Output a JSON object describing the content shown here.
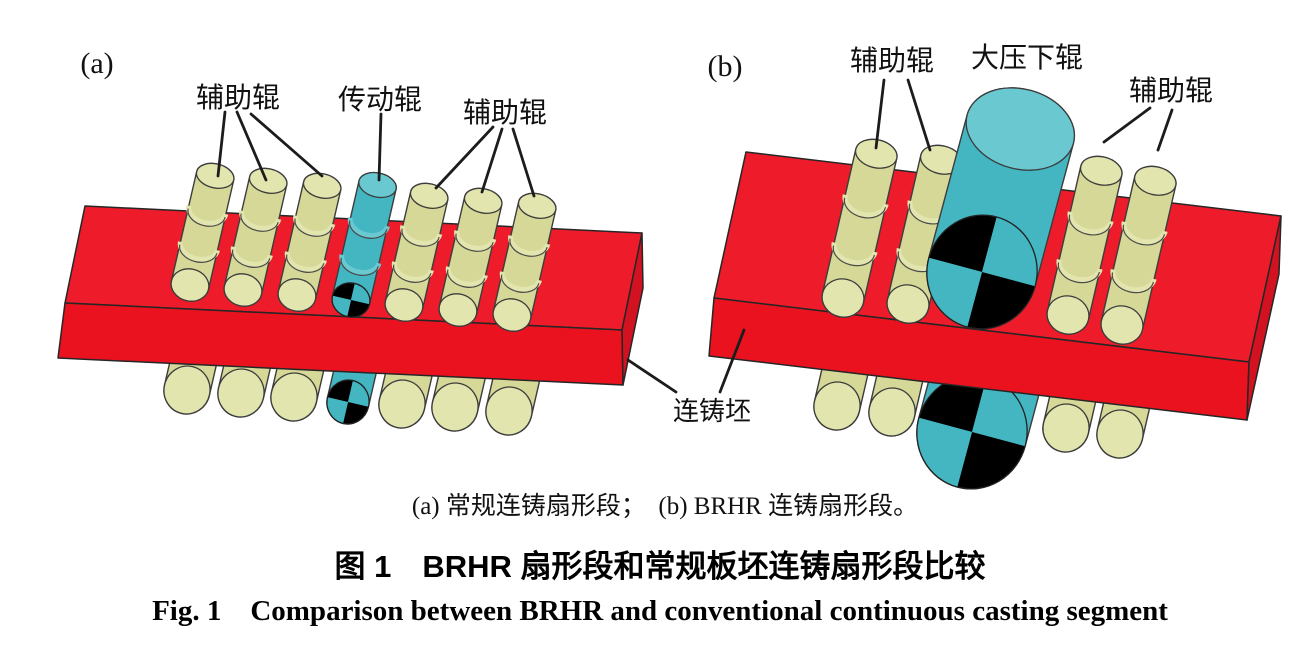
{
  "figure": {
    "panels": {
      "a": {
        "tag": "(a)",
        "label_aux_left": "辅助辊",
        "label_drive": "传动辊",
        "label_aux_right": "辅助辊"
      },
      "b": {
        "tag": "(b)",
        "label_aux_left": "辅助辊",
        "label_big_roll": "大压下辊",
        "label_aux_right": "辅助辊"
      }
    },
    "slab_label": "连铸坯",
    "caption_sub": "(a) 常规连铸扇形段；　(b) BRHR 连铸扇形段。",
    "caption_zh": "图 1　BRHR 扇形段和常规板坯连铸扇形段比较",
    "caption_en": "Fig. 1　Comparison between BRHR and conventional continuous casting segment",
    "colors": {
      "slab_red_top": "#ee1c2a",
      "slab_red_front": "#e9121e",
      "slab_red_end": "#d21220",
      "roll_yellow": "#d5d897",
      "roll_yellow_cap": "#e2e5ae",
      "roll_cyan": "#43b6c2",
      "roll_cyan_cap": "#6ac8d1",
      "checker_black": "#000000"
    }
  }
}
